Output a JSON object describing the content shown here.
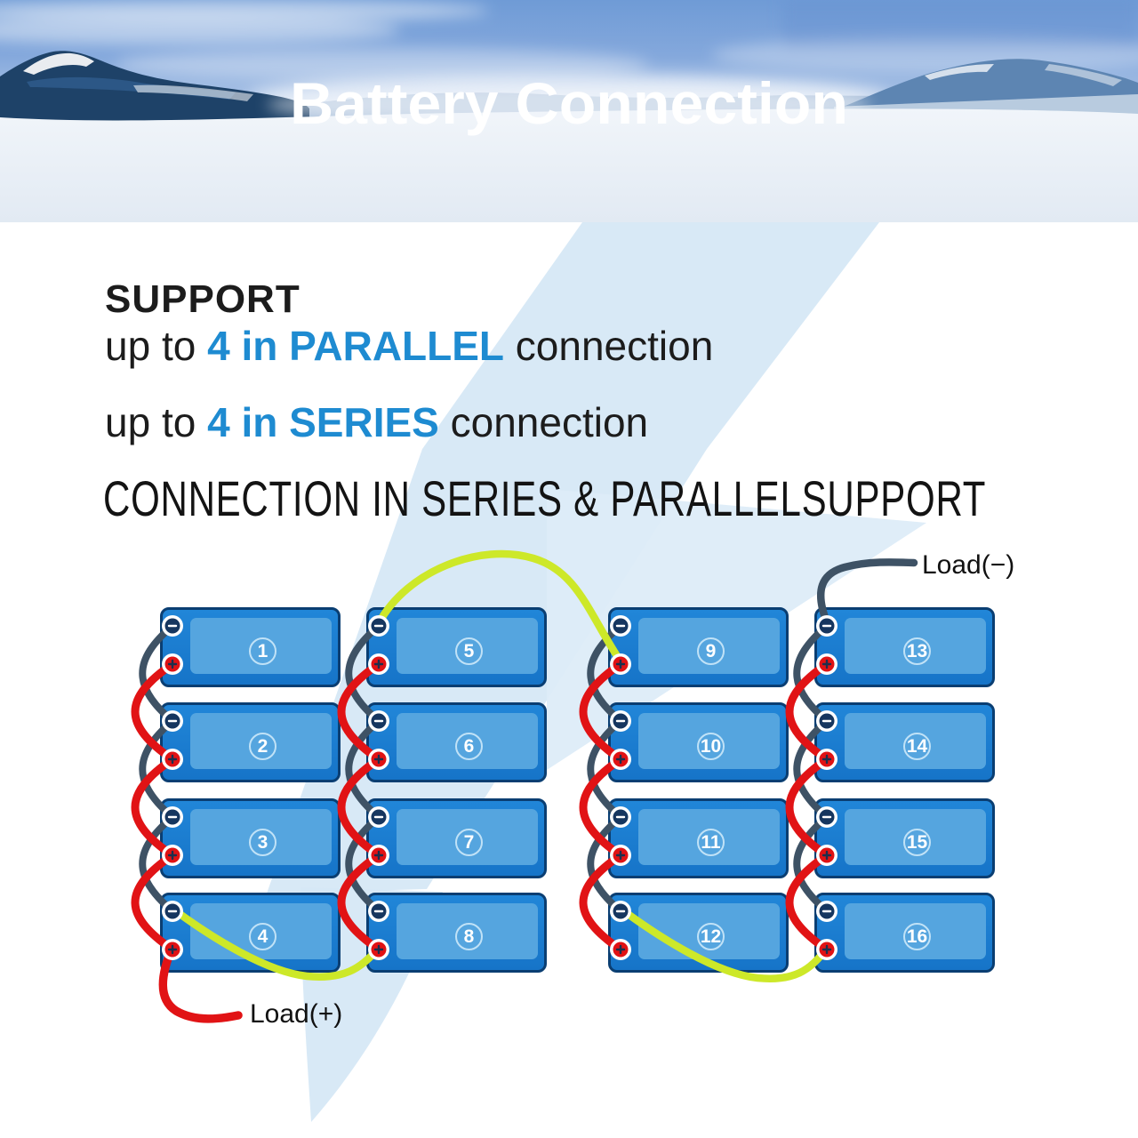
{
  "banner": {
    "title": "Battery Connection"
  },
  "support": {
    "heading": "SUPPORT",
    "lines": [
      {
        "prefix": "up to ",
        "highlight": "4 in PARALLEL",
        "suffix": " connection"
      },
      {
        "prefix": "up to ",
        "highlight": "4 in SERIES",
        "suffix": " connection"
      }
    ]
  },
  "section_heading": "CONNECTION IN SERIES & PARALLELSUPPORT",
  "diagram": {
    "load_positive_label": "Load(+)",
    "load_negative_label": "Load(−)",
    "batteries": [
      "1",
      "2",
      "3",
      "4",
      "5",
      "6",
      "7",
      "8",
      "9",
      "10",
      "11",
      "12",
      "13",
      "14",
      "15",
      "16"
    ],
    "colors": {
      "positive_wire": "#e11315",
      "negative_wire": "#3e5265",
      "series_jumper_wire": "#cde829",
      "battery_fill": "#1779cf",
      "battery_panel": "#55a5df",
      "battery_border": "#0a3e72",
      "highlight_text": "#1e8bd1",
      "watermark": "#d6e8f5"
    }
  }
}
